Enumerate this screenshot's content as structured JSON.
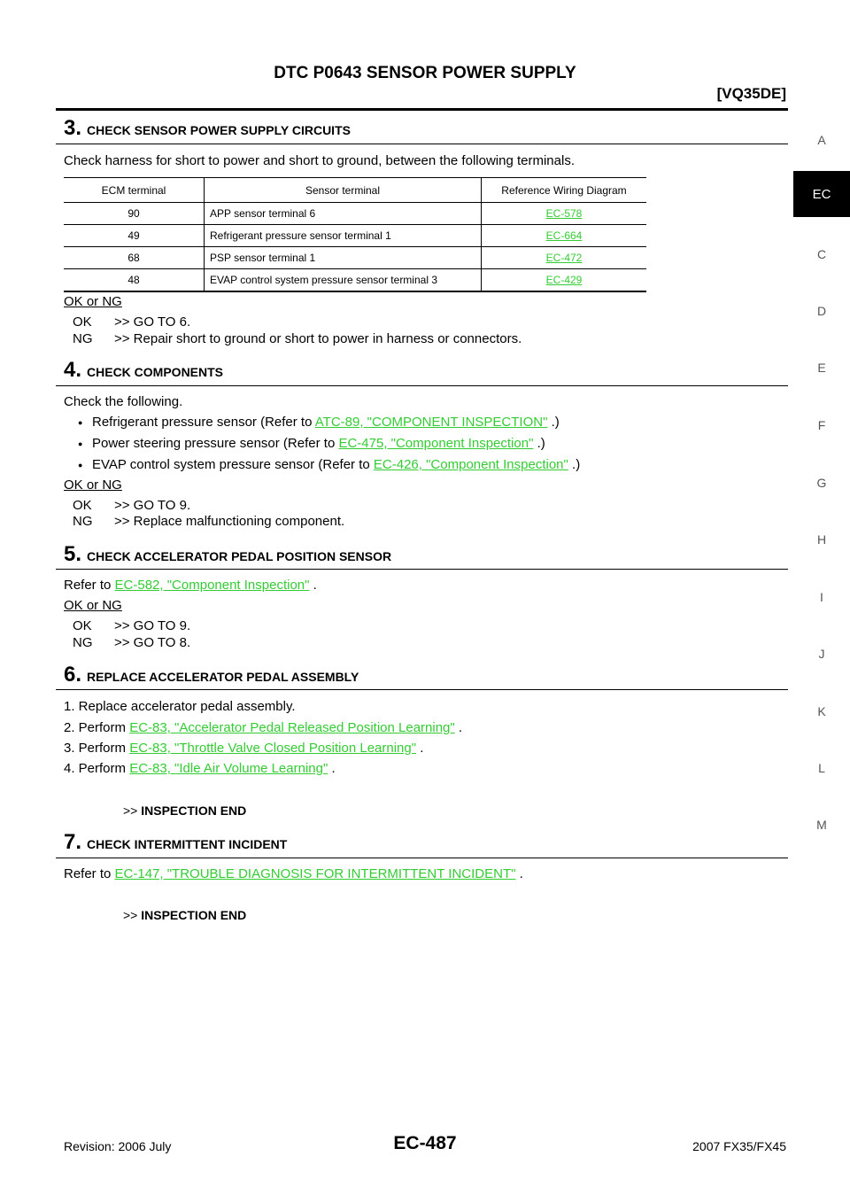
{
  "header": {
    "title": "DTC P0643 SENSOR POWER SUPPLY",
    "engine": "[VQ35DE]"
  },
  "side_tabs": [
    "A",
    "EC",
    "C",
    "D",
    "E",
    "F",
    "G",
    "H",
    "I",
    "J",
    "K",
    "L",
    "M"
  ],
  "steps": [
    {
      "num": "3.",
      "title": "CHECK SENSOR POWER SUPPLY CIRCUITS",
      "intro": "Check harness for short to power and short to ground, between the following terminals.",
      "table": {
        "headers": [
          "ECM terminal",
          "Sensor terminal",
          "Reference Wiring Diagram"
        ],
        "rows": [
          [
            "90",
            "APP sensor terminal 6",
            "EC-578"
          ],
          [
            "49",
            "Refrigerant pressure sensor terminal 1",
            "EC-664"
          ],
          [
            "68",
            "PSP sensor terminal 1",
            "EC-472"
          ],
          [
            "48",
            "EVAP control system pressure sensor terminal 3",
            "EC-429"
          ]
        ]
      },
      "okng_label": "OK or NG",
      "ok_label": "OK",
      "ok_action": ">> GO TO 6.",
      "ng_label": "NG",
      "ng_action": ">> Repair short to ground or short to power in harness or connectors."
    },
    {
      "num": "4.",
      "title": "CHECK COMPONENTS",
      "intro": "Check the following.",
      "bullets": [
        {
          "pre": "Refrigerant pressure sensor (Refer to ",
          "link": "ATC-89, \"COMPONENT INSPECTION\"",
          "post": " .)"
        },
        {
          "pre": "Power steering pressure sensor (Refer to ",
          "link": "EC-475, \"Component Inspection\"",
          "post": " .)"
        },
        {
          "pre": "EVAP control system pressure sensor (Refer to ",
          "link": "EC-426, \"Component Inspection\"",
          "post": " .)"
        }
      ],
      "okng_label": "OK or NG",
      "ok_label": "OK",
      "ok_action": ">> GO TO 9.",
      "ng_label": "NG",
      "ng_action": ">> Replace malfunctioning component."
    },
    {
      "num": "5.",
      "title": "CHECK ACCELERATOR PEDAL POSITION SENSOR",
      "ref_pre": "Refer to ",
      "ref_link": "EC-582, \"Component Inspection\"",
      "ref_post": " .",
      "okng_label": "OK or NG",
      "ok_label": "OK",
      "ok_action": ">> GO TO 9.",
      "ng_label": "NG",
      "ng_action": ">> GO TO 8."
    },
    {
      "num": "6.",
      "title": "REPLACE ACCELERATOR PEDAL ASSEMBLY",
      "items": [
        {
          "pre": "1. Replace accelerator pedal assembly.",
          "link": "",
          "post": ""
        },
        {
          "pre": "2. Perform ",
          "link": "EC-83, \"Accelerator Pedal Released Position Learning\"",
          "post": " ."
        },
        {
          "pre": "3. Perform ",
          "link": "EC-83, \"Throttle Valve Closed Position Learning\"",
          "post": " ."
        },
        {
          "pre": "4. Perform ",
          "link": "EC-83, \"Idle Air Volume Learning\"",
          "post": " ."
        }
      ],
      "end_arrow": ">>",
      "end_text": "INSPECTION END"
    },
    {
      "num": "7.",
      "title": "CHECK INTERMITTENT INCIDENT",
      "ref_pre": "Refer to ",
      "ref_link": "EC-147, \"TROUBLE DIAGNOSIS FOR INTERMITTENT INCIDENT\"",
      "ref_post": " .",
      "end_arrow": ">>",
      "end_text": "INSPECTION END"
    }
  ],
  "footer": {
    "revision": "Revision: 2006 July",
    "page": "EC-487",
    "model": "2007 FX35/FX45"
  },
  "colors": {
    "link": "#33cc33",
    "active_tab_bg": "#000000"
  }
}
